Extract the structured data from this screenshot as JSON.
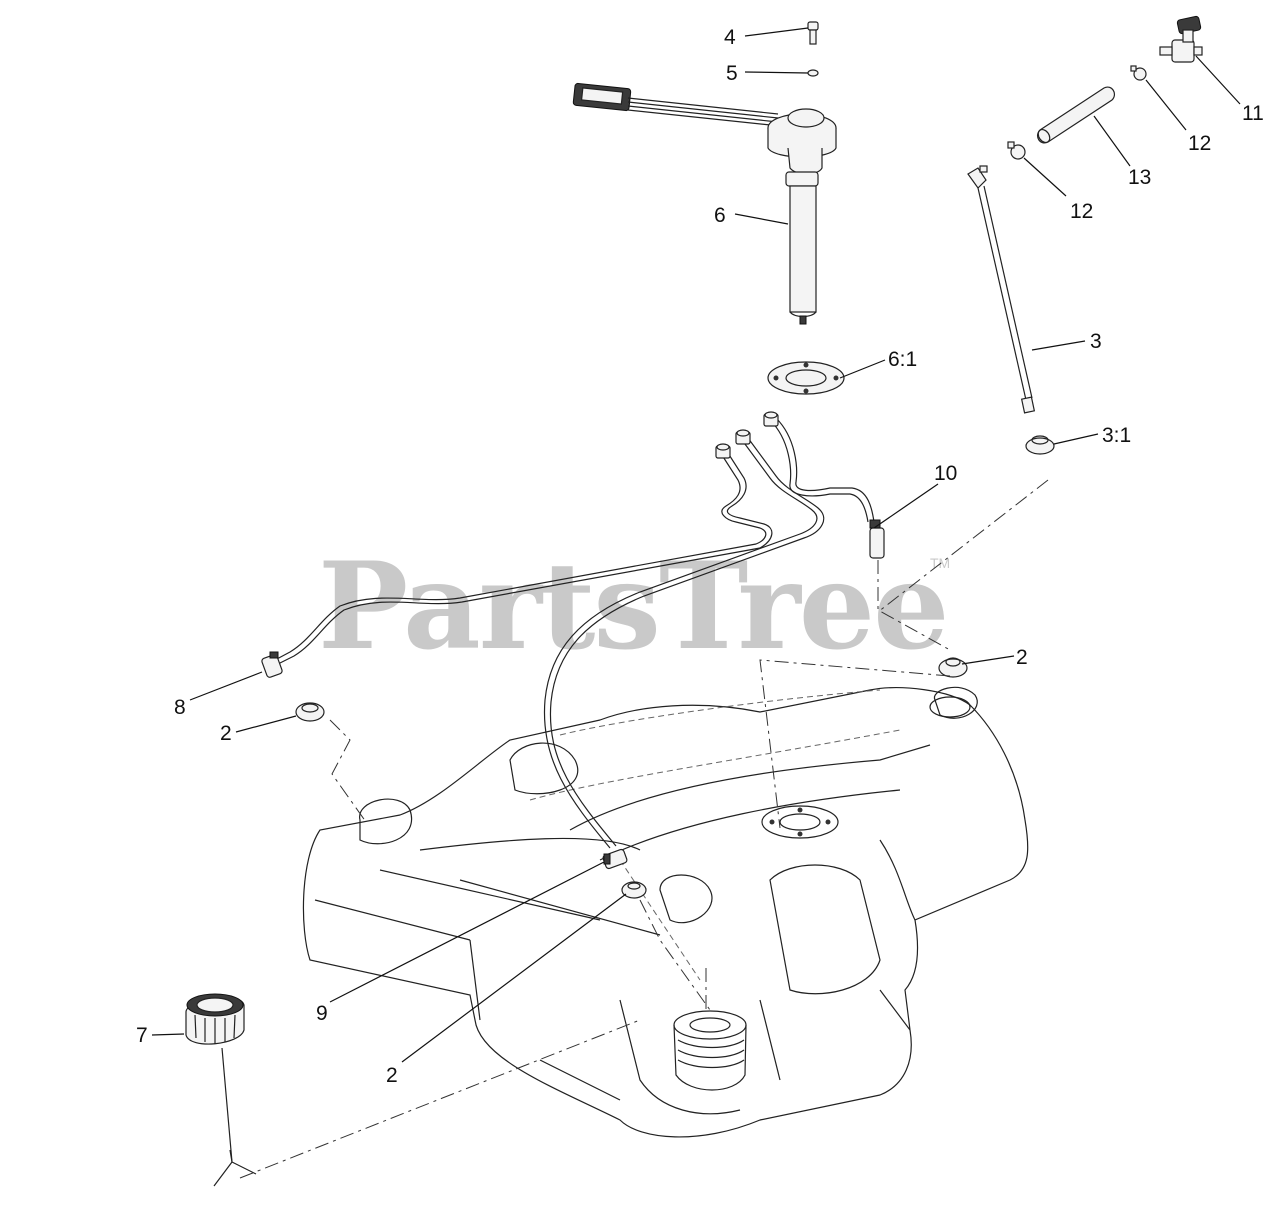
{
  "watermark": {
    "text": "PartsTree",
    "trademark": "TM"
  },
  "callouts": {
    "c4": "4",
    "c5": "5",
    "c6": "6",
    "c61": "6:1",
    "c3": "3",
    "c31": "3:1",
    "c10": "10",
    "c11": "11",
    "c12a": "12",
    "c12b": "12",
    "c13": "13",
    "c2a": "2",
    "c2b": "2",
    "c2c": "2",
    "c7": "7",
    "c8": "8",
    "c9": "9"
  },
  "colors": {
    "line": "#222222",
    "watermark": "#c9c9c9",
    "background": "#ffffff"
  }
}
